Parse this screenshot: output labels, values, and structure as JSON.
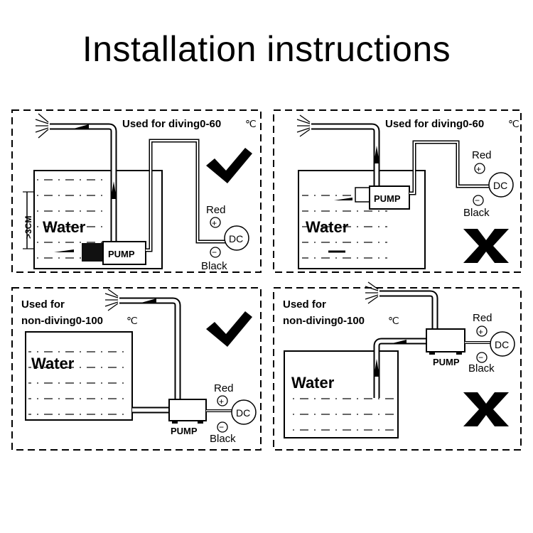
{
  "title": "Installation instructions",
  "common": {
    "water": "Water",
    "pump": "PUMP",
    "red": "Red",
    "black": "Black",
    "dc": "DC",
    "plus": "+",
    "minus": "−"
  },
  "panels": [
    {
      "caption": "Used for diving0-60",
      "unit": "℃",
      "depth": ">3CM",
      "verdict": "correct"
    },
    {
      "caption": "Used for diving0-60",
      "unit": "℃",
      "verdict": "wrong"
    },
    {
      "caption_line1": "Used for",
      "caption_line2": "non-diving0-100",
      "unit": "℃",
      "verdict": "correct"
    },
    {
      "caption_line1": "Used for",
      "caption_line2": "non-diving0-100",
      "unit": "℃",
      "verdict": "wrong"
    }
  ]
}
